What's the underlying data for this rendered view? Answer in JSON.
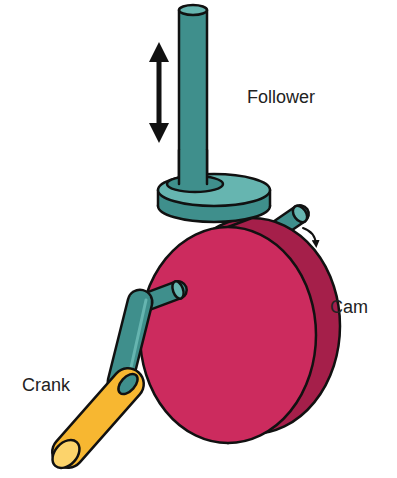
{
  "diagram": {
    "labels": [
      "Follower",
      "Cam",
      "Crank"
    ]
  }
}
